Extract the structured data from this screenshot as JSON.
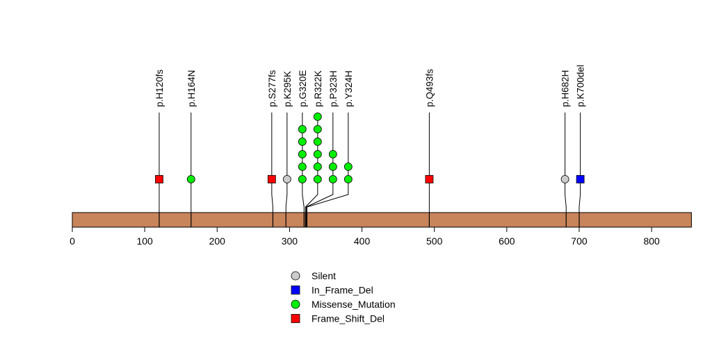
{
  "chart_data": {
    "type": "lollipop",
    "title": "",
    "xlabel": "",
    "ylabel": "",
    "protein_length": 855,
    "xlim": [
      0,
      855
    ],
    "x_ticks": [
      0,
      100,
      200,
      300,
      400,
      500,
      600,
      700,
      800
    ],
    "x_tick_labels": [
      "0",
      "100",
      "200",
      "300",
      "400",
      "500",
      "600",
      "700",
      "800"
    ],
    "grid": false,
    "protein_color": "#C8845A",
    "mutations": [
      {
        "label": "p.H120fs",
        "position": 120,
        "type": "Frame_Shift_Del",
        "count": 1
      },
      {
        "label": "p.H164N",
        "position": 164,
        "type": "Missense_Mutation",
        "count": 1
      },
      {
        "label": "p.S277fs",
        "position": 277,
        "type": "Frame_Shift_Del",
        "count": 1
      },
      {
        "label": "p.K295K",
        "position": 295,
        "type": "Silent",
        "count": 1
      },
      {
        "label": "p.G320E",
        "position": 320,
        "type": "Missense_Mutation",
        "count": 5
      },
      {
        "label": "p.R322K",
        "position": 322,
        "type": "Missense_Mutation",
        "count": 6
      },
      {
        "label": "p.P323H",
        "position": 323,
        "type": "Missense_Mutation",
        "count": 3
      },
      {
        "label": "p.Y324H",
        "position": 324,
        "type": "Missense_Mutation",
        "count": 2
      },
      {
        "label": "p.Q493fs",
        "position": 493,
        "type": "Frame_Shift_Del",
        "count": 1
      },
      {
        "label": "p.H682H",
        "position": 682,
        "type": "Silent",
        "count": 1
      },
      {
        "label": "p.K700del",
        "position": 700,
        "type": "In_Frame_Del",
        "count": 1
      }
    ],
    "legend": {
      "placement": "bottom-center",
      "entries": [
        {
          "label": "Silent",
          "shape": "circle",
          "color": "#CCCCCC"
        },
        {
          "label": "In_Frame_Del",
          "shape": "square",
          "color": "#0000FF"
        },
        {
          "label": "Missense_Mutation",
          "shape": "circle",
          "color": "#00EE00"
        },
        {
          "label": "Frame_Shift_Del",
          "shape": "square",
          "color": "#FF0000"
        }
      ]
    }
  }
}
